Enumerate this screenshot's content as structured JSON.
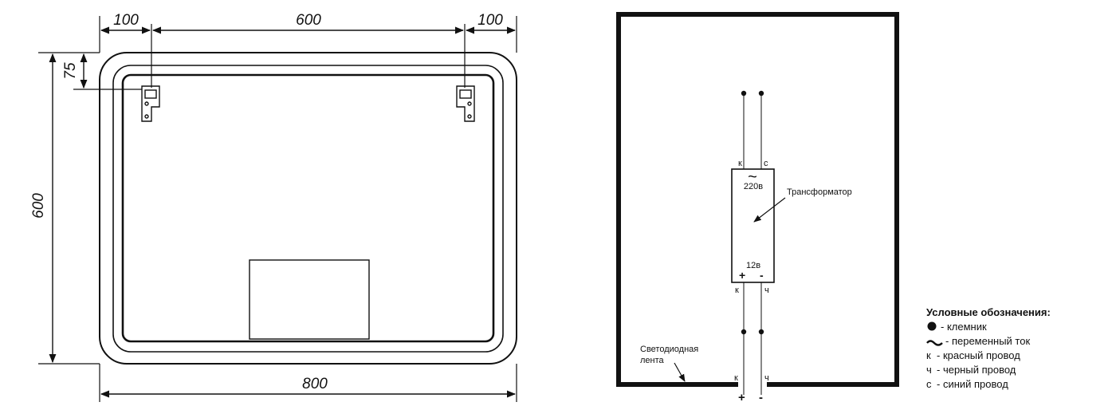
{
  "left_drawing": {
    "dim_top_left": "100",
    "dim_top_middle": "600",
    "dim_top_right": "100",
    "dim_bottom": "800",
    "dim_left_height": "600",
    "dim_left_offset": "75"
  },
  "wiring": {
    "top_left_wire": "к",
    "top_right_wire": "с",
    "ac_symbol": "~",
    "input_voltage": "220в",
    "output_voltage": "12в",
    "plus": "+",
    "minus": "-",
    "mid_left_wire": "к",
    "mid_right_wire": "ч",
    "bottom_left_wire": "к",
    "bottom_right_wire": "ч",
    "bottom_plus": "+",
    "bottom_minus": "-",
    "transformer_label": "Трансформатор",
    "led_label_line1": "Светодиодная",
    "led_label_line2": "лента"
  },
  "legend": {
    "title": "Условные обозначения:",
    "items": [
      {
        "symbol": "dot-icon",
        "text": "- клемник"
      },
      {
        "symbol": "tilde-icon",
        "text": "- переменный ток"
      },
      {
        "symbol": "к",
        "text": "- красный провод"
      },
      {
        "symbol": "ч",
        "text": "- черный провод"
      },
      {
        "symbol": "с",
        "text": "- синий провод"
      }
    ]
  }
}
